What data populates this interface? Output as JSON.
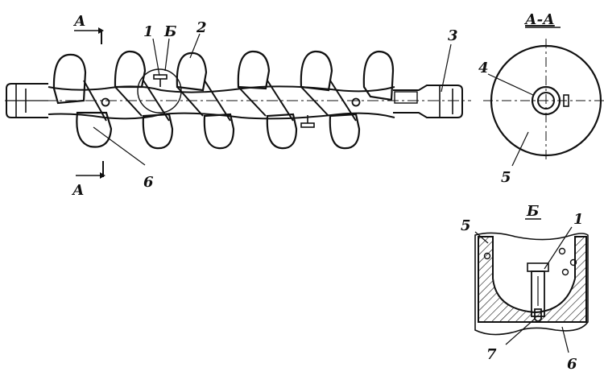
{
  "labels": {
    "section_a_top": "А",
    "section_a_bottom": "А",
    "part_1": "1",
    "detail_b": "Б",
    "part_2": "2",
    "part_3": "3",
    "part_6": "6",
    "section_aa_title": "А-А",
    "part_4": "4",
    "part_5": "5",
    "detail_b_title": "Б",
    "detail_part_5": "5",
    "detail_part_1": "1",
    "detail_part_7": "7",
    "detail_part_6": "6"
  },
  "colors": {
    "ink": "#111111",
    "paper": "#ffffff"
  }
}
